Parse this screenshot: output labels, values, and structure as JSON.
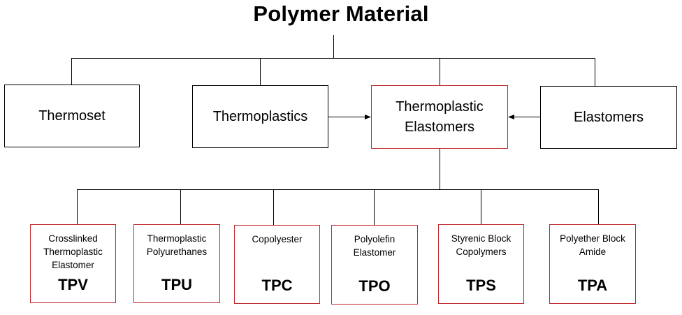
{
  "title": "Polymer Material",
  "level1": {
    "thermoset": "Thermoset",
    "thermoplastics": "Thermoplastics",
    "tpe_line1": "Thermoplastic",
    "tpe_line2": "Elastomers",
    "elastomers": "Elastomers"
  },
  "types": [
    {
      "desc1": "Crosslinked",
      "desc2": "Thermoplastic",
      "desc3": "Elastomer",
      "code": "TPV"
    },
    {
      "desc1": "Thermoplastic",
      "desc2": "Polyurethanes",
      "desc3": "",
      "code": "TPU"
    },
    {
      "desc1": "Copolyester",
      "desc2": "",
      "desc3": "",
      "code": "TPC"
    },
    {
      "desc1": "Polyolefin",
      "desc2": "Elastomer",
      "desc3": "",
      "code": "TPO"
    },
    {
      "desc1": "Styrenic Block",
      "desc2": "Copolymers",
      "desc3": "",
      "code": "TPS"
    },
    {
      "desc1": "Polyether Block",
      "desc2": "Amide",
      "desc3": "",
      "code": "TPA"
    }
  ],
  "colors": {
    "highlight_border": "#c0282d",
    "line": "#000000"
  }
}
